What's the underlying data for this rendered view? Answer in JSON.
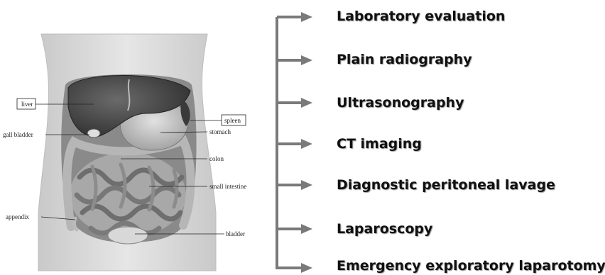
{
  "anatomy": {
    "labels": {
      "liver": "liver",
      "spleen": "spleen",
      "gall_bladder": "gall bladder",
      "stomach": "stomach",
      "colon": "colon",
      "small_intestine": "small intestine",
      "appendix": "appendix",
      "bladder": "bladder"
    }
  },
  "workup": {
    "steps": [
      "Laboratory evaluation",
      "Plain radiography",
      "Ultrasonography",
      "CT imaging",
      "Diagnostic peritoneal lavage",
      "Laparoscopy",
      "Emergency exploratory laparotomy"
    ]
  },
  "colors": {
    "arrow": "#7a7a7a",
    "text": "#111111",
    "skin": "#dcdcdc",
    "liver": "#4a4a4a",
    "bowel": "#9c9c9c"
  }
}
